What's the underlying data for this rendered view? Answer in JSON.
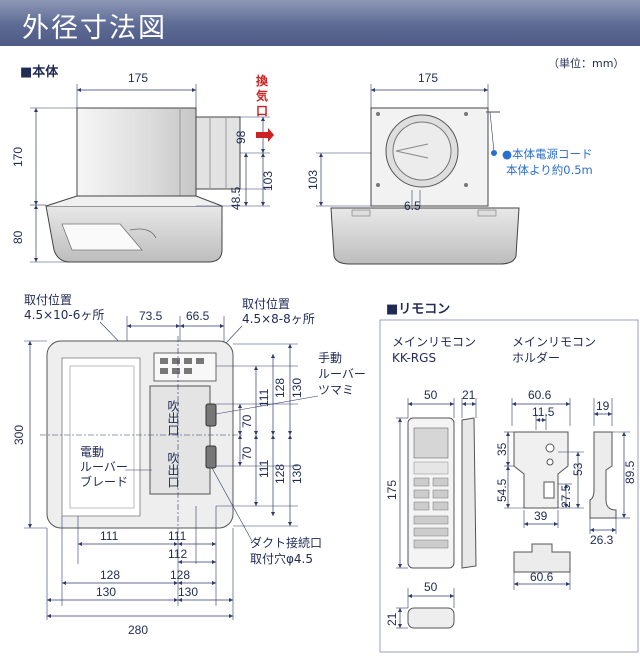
{
  "header": {
    "title": "外径寸法図"
  },
  "units": "（単位：mm）",
  "main_unit": {
    "heading": "■本体",
    "side_view": {
      "width": "175",
      "height_upper": "170",
      "height_lower": "80",
      "duct_98": "98",
      "duct_103": "103",
      "duct_48_5": "48.5",
      "exhaust_label": [
        "換",
        "気",
        "口"
      ]
    },
    "front_view": {
      "width": "175",
      "height_103": "103",
      "offset_6_5": "6.5",
      "cord_line1": "●本体電源コード",
      "cord_line2": "本体より約0.5m"
    },
    "bottom_view": {
      "mount_left_line1": "取付位置",
      "mount_left_line2": "4.5×10-6ヶ所",
      "mount_right_line1": "取付位置",
      "mount_right_line2": "4.5×8-8ヶ所",
      "dim_73_5": "73.5",
      "dim_66_5": "66.5",
      "dim_300": "300",
      "right_dims": [
        "111",
        "128",
        "130",
        "70",
        "70",
        "111",
        "128",
        "130"
      ],
      "bottom_dims": [
        "111",
        "111",
        "112",
        "128",
        "128",
        "130",
        "130",
        "280"
      ],
      "outlet_label": "吹出口",
      "manual_louver": [
        "手動",
        "ルーバー",
        "ツマミ"
      ],
      "electric_louver": [
        "電動",
        "ルーバー",
        "ブレード"
      ],
      "duct_line1": "ダクト接続口",
      "duct_line2": "取付穴φ4.5"
    }
  },
  "remote": {
    "heading": "■リモコン",
    "main_title_line1": "メインリモコン",
    "main_title_line2": "KK-RGS",
    "holder_title_line1": "メインリモコン",
    "holder_title_line2": "ホルダー",
    "main_dims": {
      "width": "50",
      "depth": "21",
      "height": "175",
      "bottom_width": "50",
      "bottom_depth": "21"
    },
    "holder_dims": {
      "width": "60.6",
      "inner": "11.5",
      "d35": "35",
      "d54_5": "54.5",
      "d53": "53",
      "d27_5": "27.5",
      "d39": "39",
      "side_width": "19",
      "side_height": "89.5",
      "side_depth": "26.3",
      "bottom_width": "60.6"
    }
  }
}
